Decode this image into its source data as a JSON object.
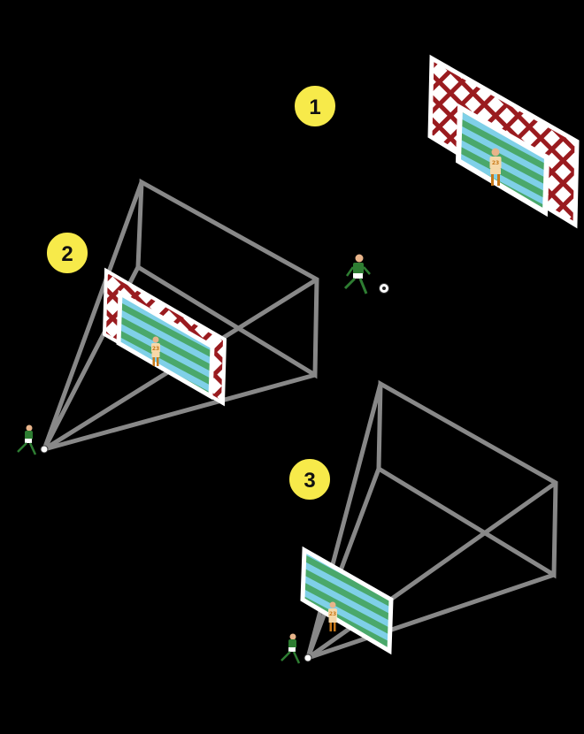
{
  "colors": {
    "background": "#000000",
    "badge_fill": "#f7ea4a",
    "badge_text": "#111111",
    "frame_grey": "#888888",
    "goal_post": "#ffffff",
    "goal_inner": "#7fd0e8",
    "goal_stripe": "#4aa86b",
    "net_mesh": "#9a1b1f",
    "keeper_shirt": "#f6d8a8",
    "keeper_number": "#c8791a",
    "player_shirt": "#2e7d32",
    "player_shorts": "#ffffff",
    "ball": "#ffffff"
  },
  "badges": [
    {
      "id": "step-1",
      "label": "1"
    },
    {
      "id": "step-2",
      "label": "2"
    },
    {
      "id": "step-3",
      "label": "3"
    }
  ],
  "keeper": {
    "number": "23"
  },
  "icons": [
    "goalkeeper-icon",
    "striker-icon",
    "football-icon",
    "goal-icon",
    "view-frustum"
  ]
}
